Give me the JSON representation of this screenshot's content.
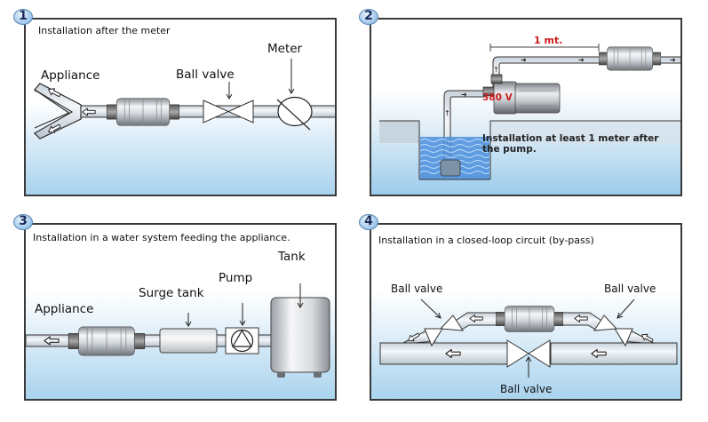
{
  "panels": [
    {
      "number": "1",
      "caption": "Installation after the meter",
      "labels": {
        "appliance": "Appliance",
        "ball_valve": "Ball valve",
        "meter": "Meter"
      }
    },
    {
      "number": "2",
      "caption": "Installation at least 1 meter after the pump.",
      "labels": {
        "distance": "1 mt.",
        "pump_voltage": "380 V"
      }
    },
    {
      "number": "3",
      "caption": "Installation in a water system feeding the appliance.",
      "labels": {
        "appliance": "Appliance",
        "surge_tank": "Surge tank",
        "pump": "Pump",
        "tank": "Tank"
      }
    },
    {
      "number": "4",
      "caption": "Installation in a closed-loop circuit (by-pass)",
      "labels": {
        "ball_valve_left": "Ball valve",
        "ball_valve_right": "Ball valve",
        "ball_valve_bottom": "Ball valve"
      }
    }
  ],
  "colors": {
    "pipe_fill": "#e4eaf0",
    "pipe_stroke": "#3a3a3a",
    "water": "#3b7fd0",
    "red_text": "#cc1a1a",
    "panel_border": "#3a3a3a",
    "badge": "#9cc6ea"
  }
}
